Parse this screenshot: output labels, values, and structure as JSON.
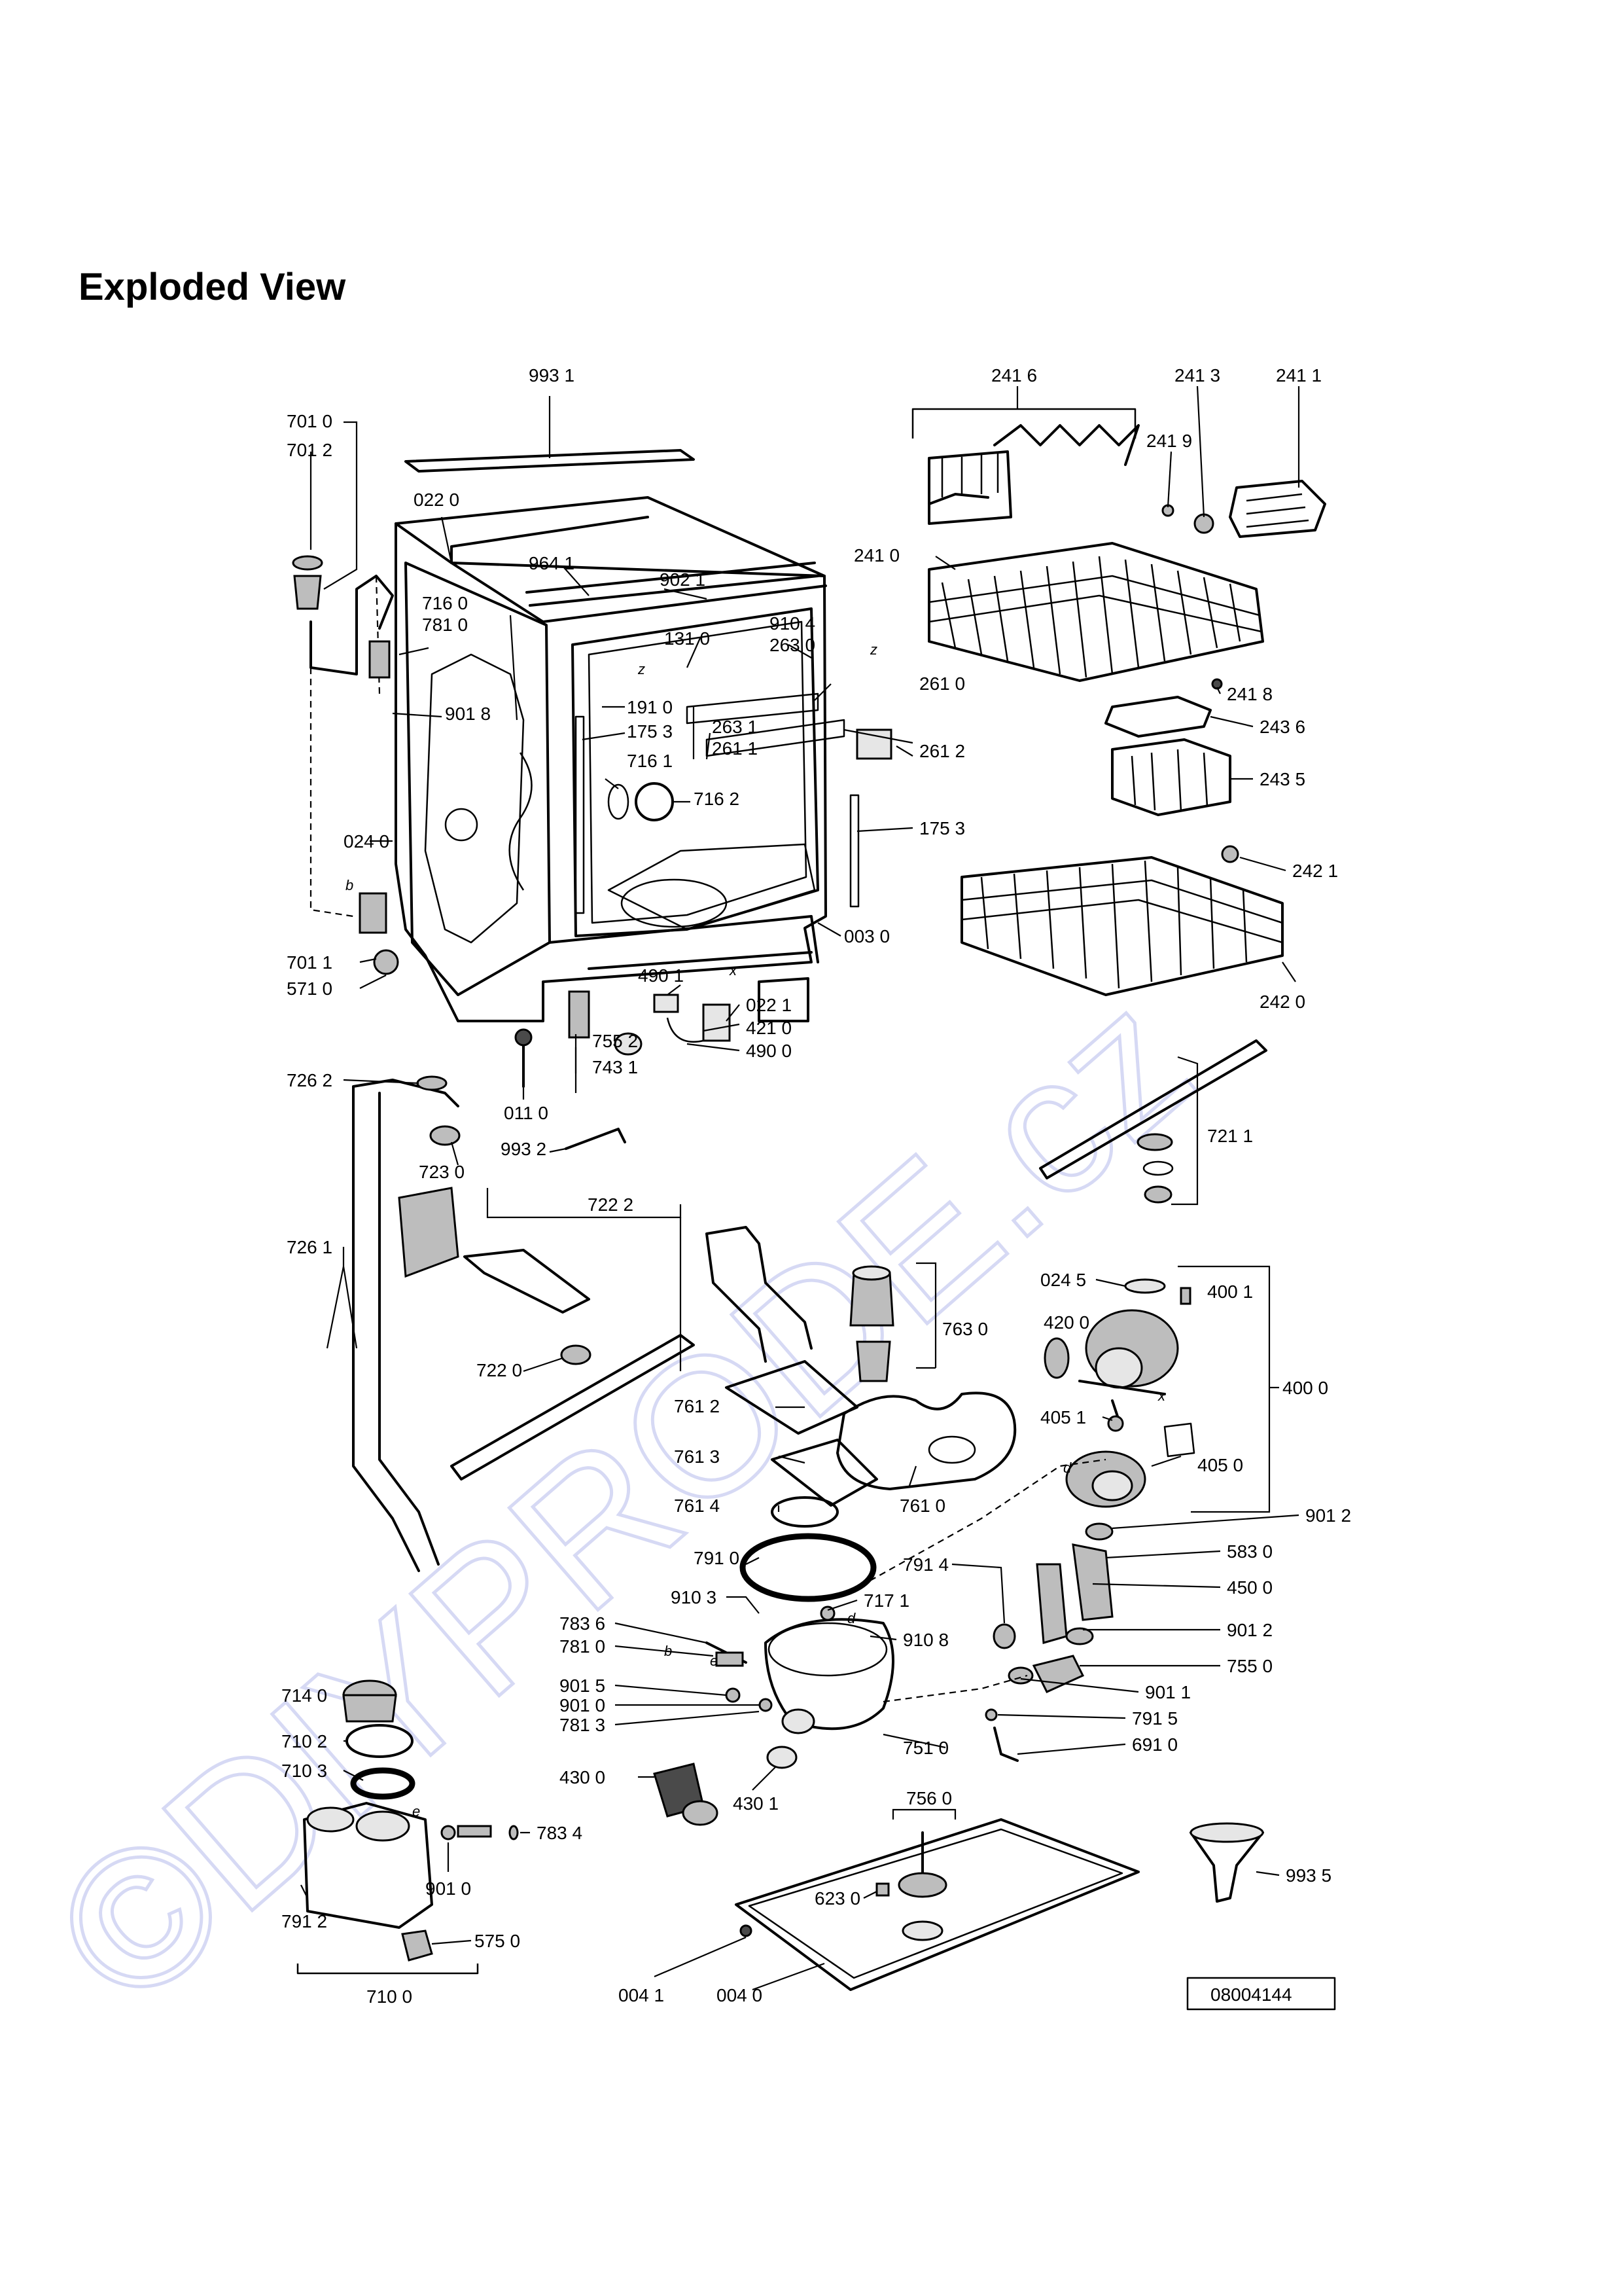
{
  "page": {
    "title": "Exploded View",
    "watermark": "©DIYPRODE.cz",
    "drawing_number": "08004144"
  },
  "labels": {
    "l9931": "993 1",
    "l7010": "701 0",
    "l7012": "701 2",
    "l0220": "022 0",
    "l9641": "964 1",
    "l9021a": "902 1",
    "l7160": "716 0",
    "l7810": "781 0",
    "l1310": "131 0",
    "l9104": "910 4",
    "l2630": "263 0",
    "l9018": "901 8",
    "l1910": "191 0",
    "l1753a": "175 3",
    "l2631": "263 1",
    "l2611": "261 1",
    "l2610": "261 0",
    "l2612": "261 2",
    "l7161": "716 1",
    "l7162": "716 2",
    "l0240": "024 0",
    "l1753b": "175 3",
    "l0030": "003 0",
    "l7011": "701 1",
    "l5710": "571 0",
    "l4901": "490 1",
    "l0221": "022 1",
    "l4210": "421 0",
    "l4900": "490 0",
    "l7552": "755 2",
    "l0110": "011 0",
    "l7431": "743 1",
    "l2416": "241 6",
    "l2413": "241 3",
    "l2411": "241 1",
    "l2419": "241 9",
    "l2410": "241 0",
    "l2418": "241 8",
    "l2436": "243 6",
    "l2435": "243 5",
    "l2421": "242 1",
    "l2420": "242 0",
    "l7262": "726 2",
    "l9932": "993 2",
    "l7230": "723 0",
    "l7222": "722 2",
    "l7261": "726 1",
    "l7220": "722 0",
    "l7211": "721 1",
    "l7630": "763 0",
    "l7612": "761 2",
    "l7613": "761 3",
    "l7614": "761 4",
    "l7610": "761 0",
    "l0245": "024 5",
    "l4001": "400 1",
    "l4200": "420 0",
    "l4000": "400 0",
    "l4051": "405 1",
    "l4050": "405 0",
    "l9012a": "901 2",
    "l5830": "583 0",
    "l4500": "450 0",
    "l9012b": "901 2",
    "l7550": "755 0",
    "l9011": "901 1",
    "l7915": "791 5",
    "l6910": "691 0",
    "l7910": "791 0",
    "l7914": "791 4",
    "l9103": "910 3",
    "l7171": "717 1",
    "l9108": "910 8",
    "l7836": "783 6",
    "l7810b": "781 0",
    "l9015": "901 5",
    "l9010": "901 0",
    "l7813": "781 3",
    "l7510": "751 0",
    "l4300": "430 0",
    "l4301": "430 1",
    "l7140": "714 0",
    "l7102": "710 2",
    "l7103": "710 3",
    "l7834": "783 4",
    "l9010b": "901 0",
    "l7912": "791 2",
    "l5750": "575 0",
    "l7100": "710 0",
    "l7560": "756 0",
    "l6230": "623 0",
    "l9935": "993 5",
    "l0041": "004 1",
    "l0040": "004 0"
  },
  "letters": {
    "z1": "z",
    "z2": "z",
    "x1": "x",
    "b1": "b",
    "b2": "b",
    "e1": "e",
    "e2": "e",
    "d1": "d",
    "d2": "d",
    "x2": "x"
  }
}
